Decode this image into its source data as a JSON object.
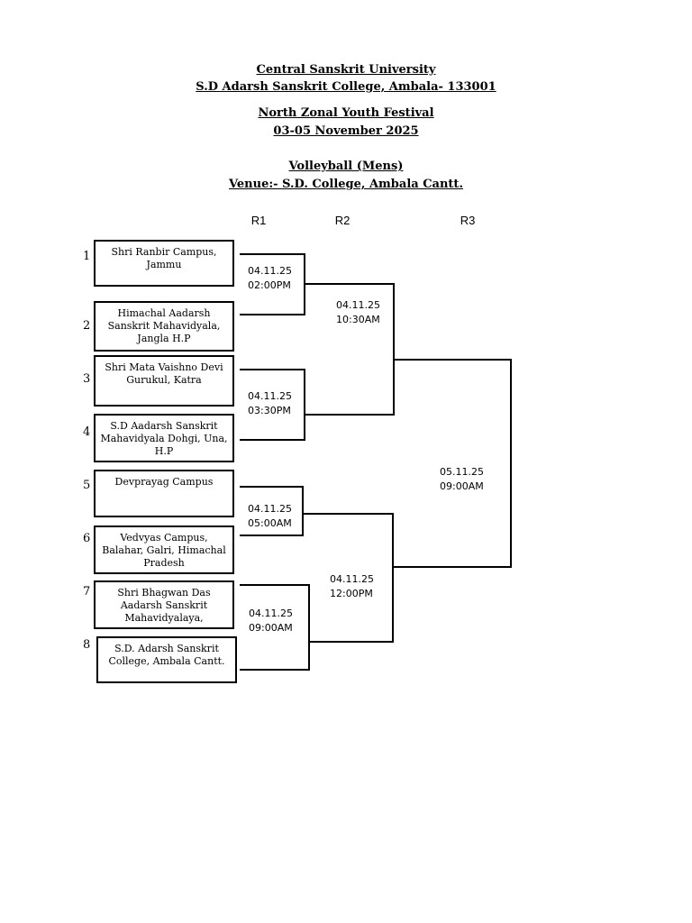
{
  "header": {
    "university": " Central Sanskrit University",
    "college": "S.D Adarsh Sanskrit College, Ambala- 133001",
    "festival": "North Zonal Youth Festival",
    "dates": "03-05 November 2025",
    "event": "Volleyball (Mens)",
    "venue": "Venue:- S.D. College, Ambala Cantt."
  },
  "rounds": [
    "R1",
    "R2",
    "R3"
  ],
  "teams": [
    {
      "seed": "1",
      "name": "Shri Ranbir Campus, Jammu"
    },
    {
      "seed": "2",
      "name": "Himachal Aadarsh Sanskrit Mahavidyala, Jangla H.P"
    },
    {
      "seed": "3",
      "name": "Shri Mata Vaishno Devi Gurukul, Katra"
    },
    {
      "seed": "4",
      "name": "S.D Aadarsh Sanskrit Mahavidyala Dohgi, Una, H.P"
    },
    {
      "seed": "5",
      "name": "Devprayag Campus"
    },
    {
      "seed": "6",
      "name": "Vedvyas Campus, Balahar, Galri, Himachal Pradesh"
    },
    {
      "seed": "7",
      "name": "Shri Bhagwan Das Aadarsh Sanskrit Mahavidyalaya,"
    },
    {
      "seed": "8",
      "name": "S.D. Adarsh Sanskrit College, Ambala Cantt."
    }
  ],
  "matches": {
    "r1": [
      {
        "date": "04.11.25",
        "time": "02:00PM"
      },
      {
        "date": "04.11.25",
        "time": "03:30PM"
      },
      {
        "date": "04.11.25",
        "time": "05:00AM"
      },
      {
        "date": "04.11.25",
        "time": "09:00AM"
      }
    ],
    "r2": [
      {
        "date": "04.11.25",
        "time": "10:30AM"
      },
      {
        "date": "04.11.25",
        "time": "12:00PM"
      }
    ],
    "r3": [
      {
        "date": "05.11.25",
        "time": "09:00AM"
      }
    ]
  }
}
